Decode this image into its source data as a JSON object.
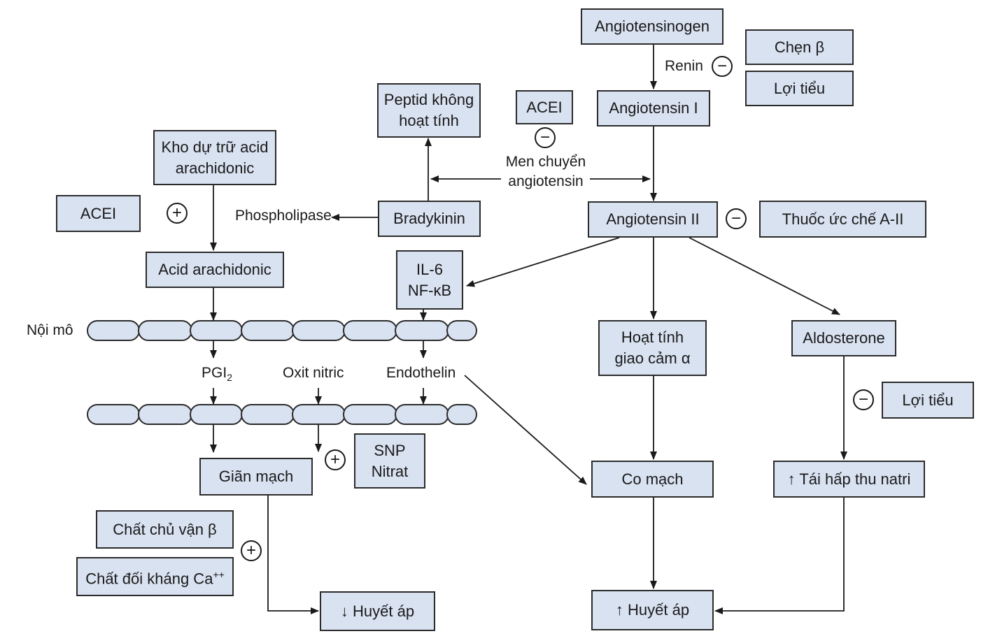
{
  "boxes": {
    "angiotensinogen": "Angiotensinogen",
    "chen_beta": "Chẹn β",
    "loi_tieu_top": "Lợi tiểu",
    "angiotensin_1": "Angiotensin I",
    "acei_top": "ACEI",
    "peptid_line1": "Peptid không",
    "peptid_line2": "hoạt tính",
    "kho_line1": "Kho dự trữ acid",
    "kho_line2": "arachidonic",
    "acei_left": "ACEI",
    "bradykinin": "Bradykinin",
    "angiotensin_2": "Angiotensin II",
    "thuoc_uc_che": "Thuốc ức chế A-II",
    "acid_arachidonic": "Acid arachidonic",
    "il6": "IL-6",
    "nfkb": "NF-κB",
    "hoat_tinh_line1": "Hoạt tính",
    "hoat_tinh_line2": "giao cảm α",
    "aldosterone": "Aldosterone",
    "loi_tieu_right": "Lợi tiểu",
    "gian_mach": "Giãn mạch",
    "snp": "SNP",
    "nitrat": "Nitrat",
    "co_mach": "Co mạch",
    "tai_hap_thu": "↑ Tái hấp thu natri",
    "chat_chu_van": "Chất chủ vận β",
    "chat_doi_khang": "Chất đối kháng Ca",
    "chat_doi_khang_sup": "++",
    "huyet_ap_down": "↓ Huyết áp",
    "huyet_ap_up": "↑ Huyết áp"
  },
  "labels": {
    "renin": "Renin",
    "men_line1": "Men chuyển",
    "men_line2": "angiotensin",
    "phospholipase": "Phospholipase",
    "noi_mo": "Nội mô",
    "pgi": "PGI",
    "pgi_sub": "2",
    "oxit_nitric": "Oxit nitric",
    "endothelin": "Endothelin"
  },
  "signs": {
    "minus": "−",
    "plus": "+"
  },
  "colors": {
    "box_fill": "#d9e2f1",
    "stroke": "#2b2b2b"
  }
}
